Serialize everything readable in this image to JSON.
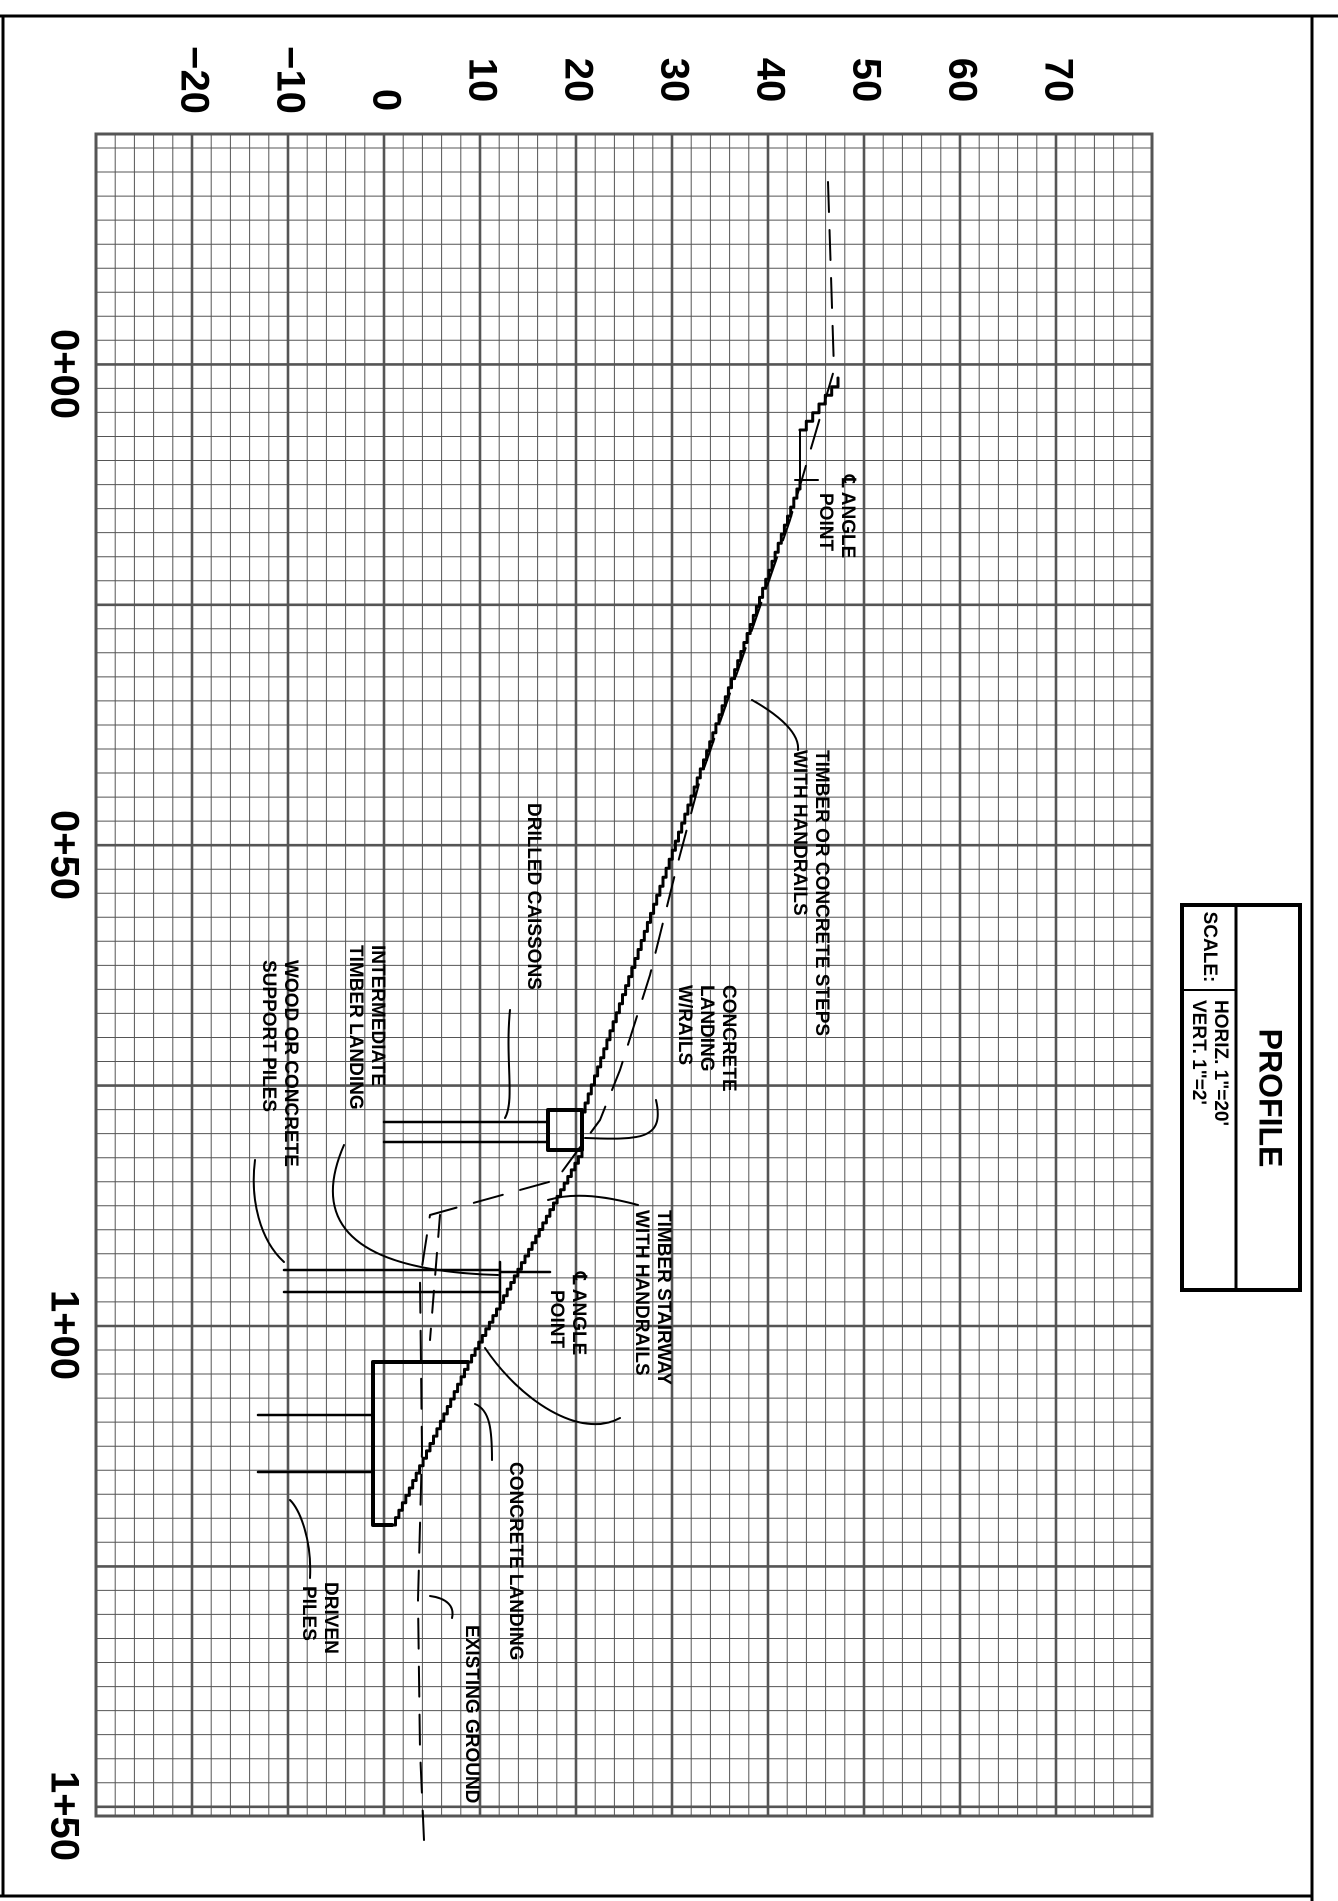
{
  "axis": {
    "elevations": [
      "70",
      "60",
      "50",
      "40",
      "30",
      "20",
      "10",
      "0",
      "−10",
      "−20"
    ],
    "stations": [
      "0+00",
      "0+50",
      "1+00",
      "1+50"
    ]
  },
  "title_block": {
    "title": "PROFILE",
    "scale_label": "SCALE:",
    "horiz": "HORIZ.  1\"=20'",
    "vert": "VERT.  1\"=2'"
  },
  "annotations": {
    "angle_point_1": [
      "℄ ANGLE",
      "POINT"
    ],
    "timber_concrete_steps": [
      "TIMBER OR CONCRETE STEPS",
      "WITH HANDRAILS"
    ],
    "drilled_caissons": [
      "DRILLED  CAISSONS"
    ],
    "concrete_landing_rails": [
      "CONCRETE",
      "LANDING",
      "W/RAILS"
    ],
    "intermediate_landing": [
      "INTERMEDIATE",
      "TIMBER LANDING"
    ],
    "support_piles": [
      "WOOD  OR  CONCRETE",
      "SUPPORT  PILES"
    ],
    "timber_stairway": [
      "TIMBER  STAIRWAY",
      "WITH HANDRAILS"
    ],
    "angle_point_2": [
      "℄ ANGLE",
      "POINT"
    ],
    "concrete_landing": [
      "CONCRETE  LANDING"
    ],
    "driven_piles": [
      "DRIVEN",
      "PILES"
    ],
    "existing_ground": [
      "EXISTING  GROUND"
    ]
  }
}
